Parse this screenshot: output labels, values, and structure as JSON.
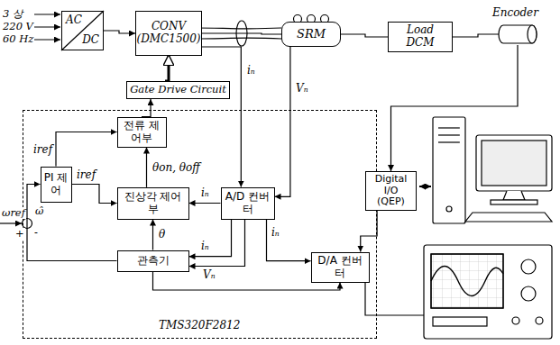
{
  "diagram": {
    "nodes": [
      {
        "text": [
          "AC",
          "DC"
        ]
      },
      {
        "text": [
          "CONV",
          "(DMC1500)"
        ]
      },
      {
        "text": [
          "SRM"
        ]
      },
      {
        "text": [
          "Load DCM"
        ]
      },
      {
        "text": [
          "Encoder"
        ]
      },
      {
        "text": [
          "Gate Drive Circuit"
        ]
      },
      {
        "text": [
          "TMS320F2812"
        ]
      },
      {
        "text": [
          "전류 제어부"
        ],
        "in": 6
      },
      {
        "text": [
          "PI 제어"
        ],
        "in": 6
      },
      {
        "text": [
          "진상각 제어부"
        ],
        "in": 6
      },
      {
        "text": [
          "A/D 컨버터"
        ],
        "in": 6
      },
      {
        "text": [
          "관측기"
        ],
        "in": 6
      },
      {
        "text": [
          "D/A 컨버터"
        ],
        "in": 6
      },
      {
        "text": [
          "Digital I/O (QEP)"
        ]
      }
    ],
    "edges": [
      {
        "from": 0,
        "to": 1,
        "arrow": "to"
      },
      {
        "from": 1,
        "to": 2,
        "arrow": "none"
      },
      {
        "from": 2,
        "to": 3,
        "arrow": "none"
      },
      {
        "from": 3,
        "to": 4,
        "arrow": "none"
      },
      {
        "from": 5,
        "to": 1,
        "arrow": "to"
      },
      {
        "from": 7,
        "to": 5,
        "arrow": "to"
      },
      {
        "from": 8,
        "to": 7,
        "arrow": "to",
        "label": "iref"
      },
      {
        "from": 8,
        "to": 9,
        "arrow": "to",
        "label": "iref"
      },
      {
        "from": 9,
        "to": 7,
        "arrow": "to",
        "label": "θon, θoff"
      },
      {
        "from": 10,
        "to": 9,
        "arrow": "to",
        "label": "iₙ"
      },
      {
        "from": 11,
        "to": 9,
        "arrow": "to",
        "label": "θ"
      },
      {
        "from": 11,
        "to": 8,
        "arrow": "to"
      },
      {
        "from": 10,
        "to": 11,
        "arrow": "to",
        "label": "iₙ"
      },
      {
        "from": 10,
        "to": 11,
        "arrow": "to",
        "label": "Vₙ"
      },
      {
        "from": 10,
        "to": 12,
        "arrow": "to",
        "label": "iₙ"
      },
      {
        "from": 11,
        "to": 12,
        "arrow": "to"
      },
      {
        "from": 13,
        "to": 12,
        "arrow": "to"
      },
      {
        "from": 4,
        "to": 13,
        "arrow": "to"
      },
      {
        "from": 1,
        "to": 10,
        "arrow": "to",
        "label": "iₙ"
      },
      {
        "from": 2,
        "to": 10,
        "arrow": "to",
        "label": "Vₙ"
      }
    ],
    "labels": [
      "3 상",
      "220 V",
      "60 Hz",
      "ωref",
      "ω̂",
      "+",
      "-"
    ]
  }
}
